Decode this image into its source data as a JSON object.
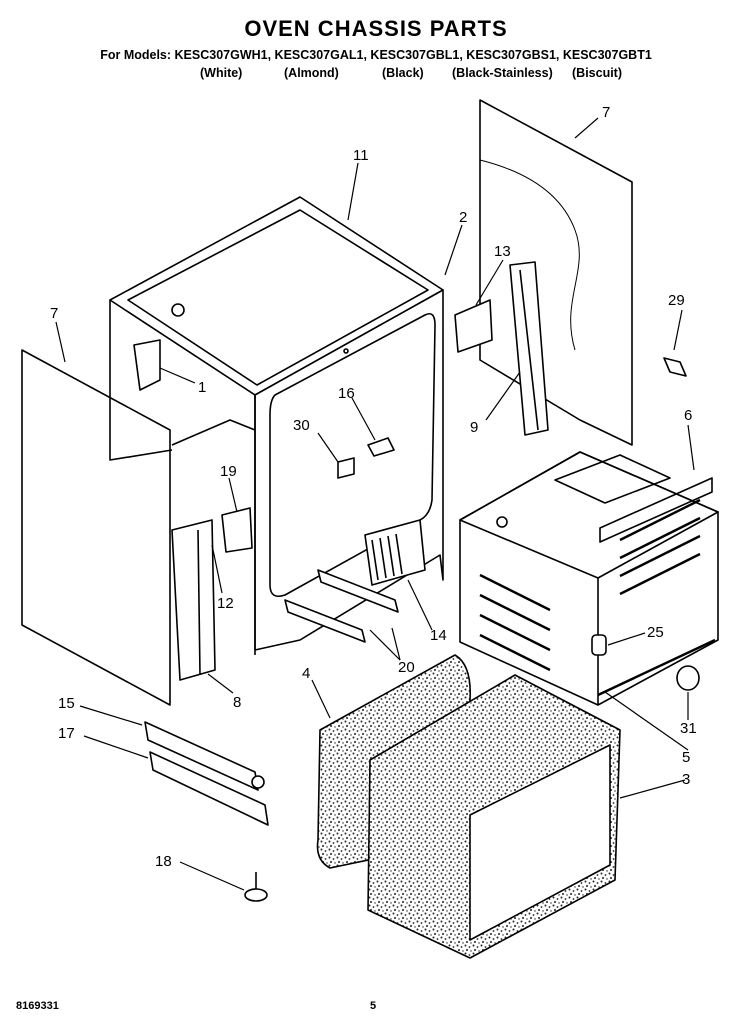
{
  "header": {
    "title": "OVEN CHASSIS PARTS",
    "models": "For Models: KESC307GWH1, KESC307GAL1, KESC307GBL1, KESC307GBS1, KESC307GBT1",
    "colors": [
      "(White)",
      "(Almond)",
      "(Black)",
      "(Black-Stainless)",
      "(Biscuit)"
    ]
  },
  "callouts": [
    "7",
    "11",
    "2",
    "7",
    "13",
    "29",
    "1",
    "16",
    "30",
    "9",
    "6",
    "19",
    "12",
    "14",
    "25",
    "20",
    "4",
    "8",
    "15",
    "17",
    "31",
    "5",
    "3",
    "18"
  ],
  "footer": {
    "doc_number": "8169331",
    "page": "5"
  }
}
